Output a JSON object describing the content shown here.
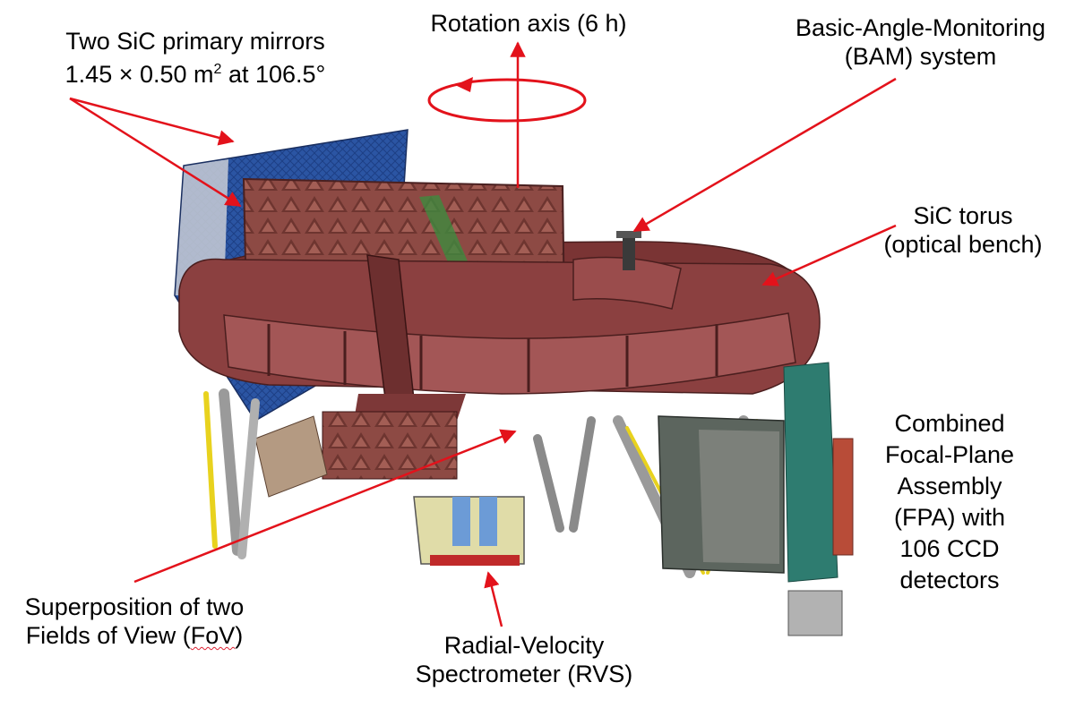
{
  "labels": {
    "mirrors_line1": "Two SiC primary mirrors",
    "mirrors_line2_a": "1.45 × 0.50 m",
    "mirrors_line2_sup": "2",
    "mirrors_line2_b": " at 106.5°",
    "rotation": "Rotation axis (6 h)",
    "bam_line1": "Basic-Angle-Monitoring",
    "bam_line2": "(BAM) system",
    "torus_line1": "SiC torus",
    "torus_line2": "(optical bench)",
    "fpa_line1": "Combined",
    "fpa_line2": "Focal-Plane",
    "fpa_line3": "Assembly",
    "fpa_line4": "(FPA) with",
    "fpa_line5": "106 CCD",
    "fpa_line6": "detectors",
    "fov_line1": "Superposition of two",
    "fov_line2_a": "Fields of View (",
    "fov_line2_b": "FoV",
    "fov_line2_c": ")",
    "rvs_line1": "Radial-Velocity",
    "rvs_line2": "Spectrometer (RVS)"
  },
  "colors": {
    "arrow": "#e3121b",
    "torus": "#7a3434",
    "torus_light": "#a45a5a",
    "mirror_back": "#2b55a3",
    "mirror_front": "#8e4a42",
    "strut": "#8a8a8a",
    "yellow": "#e8d21e",
    "green": "#3d8a3d",
    "fpa": "#5e6a60"
  }
}
